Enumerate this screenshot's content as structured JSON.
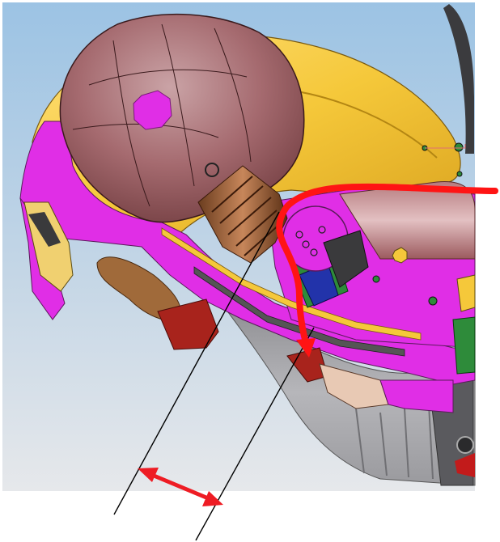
{
  "figure": {
    "kind": "CAD cross-section render with annotation overlays",
    "annotations": {
      "red_path": {
        "color": "#ff1414",
        "arrowhead": "end"
      },
      "dimension_arrow": {
        "color": "#ee1c24",
        "arrowheads": "both"
      },
      "extension_lines": {
        "color": "#000000",
        "count": 2
      }
    },
    "palette": {
      "background_top": "#9cc3e4",
      "background_bottom": "#e6e8eb",
      "shell_yellow": "#f5c83a",
      "section_magenta": "#e02ee6",
      "dome_brown": "#9c5a5e",
      "dark_red": "#a8231c",
      "housing_gray": "#a4a4a8",
      "green": "#2e8b3a",
      "blue": "#2233aa"
    }
  }
}
